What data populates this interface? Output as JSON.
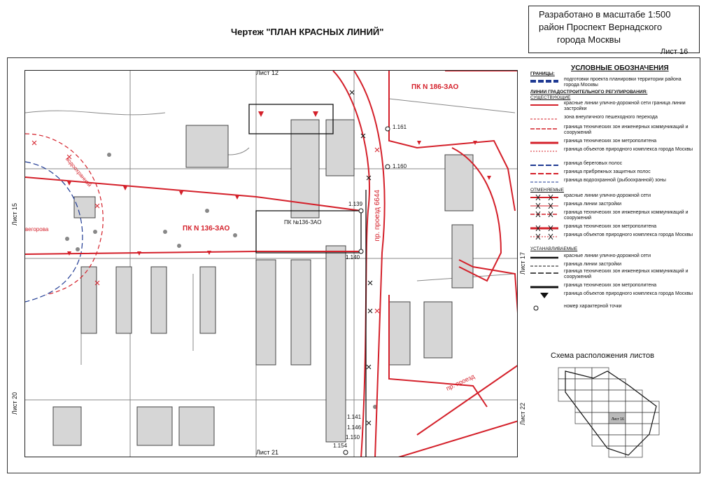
{
  "title": "Чертеж \"ПЛАН КРАСНЫХ ЛИНИЙ\"",
  "stamp": {
    "line1": "Разработано в масштабе 1:500",
    "line2": "район Проспект Вернадского",
    "line3": "города Москвы"
  },
  "sheet_number": "Лист 16",
  "map": {
    "adjacent": {
      "top": "Лист 12",
      "left": "Лист 15",
      "right": "Лист 17",
      "bottom": "Лист 21",
      "bottom_left": "Лист 20",
      "bottom_right": "Лист 22"
    },
    "zones": {
      "pk186": "ПК N 186-ЗАО",
      "pk136": "ПК N 136-ЗАО",
      "pk136_small": "ПК №136-ЗАО"
    },
    "roads": {
      "proezd": "пр. проезд 6644",
      "proezd2": "пр. проезд"
    },
    "other_labels": {
      "water": "водоохранной",
      "water2": "вегорова"
    },
    "points": [
      "1.161",
      "1.160",
      "1.139",
      "1.140",
      "1.141",
      "1.146",
      "1.150",
      "1.154"
    ]
  },
  "legend": {
    "title": "УСЛОВНЫЕ ОБОЗНАЧЕНИЯ",
    "boundaries_header": "ГРАНИЦЫ:",
    "boundary_item": "подготовки проекта планировки территории района города Москвы",
    "regulation_header": "ЛИНИИ ГРАДОСТРОИТЕЛЬНОГО РЕГУЛИРОВАНИЯ:",
    "existing_header": "СУЩЕСТВУЮЩИЕ",
    "existing": [
      "красные линии улично-дорожной сети граница линии застройки",
      "зона внеуличного пешеходного перехода",
      "граница технических зон инженерных коммуникаций и сооружений",
      "граница технических зон метрополитена",
      "граница объектов природного комплекса города Москвы",
      "граница береговых полос",
      "граница прибрежных защитных полос",
      "граница водоохранной (рыбоохранной) зоны"
    ],
    "cancelled_header": "ОТМЕНЯЕМЫЕ",
    "cancelled": [
      "красные линии улично-дорожной сети",
      "граница линии застройки",
      "граница технических зон инженерных коммуникаций и сооружений",
      "граница технических зон метрополитена",
      "граница объектов природного комплекса города Москвы"
    ],
    "established_header": "УСТАНАВЛИВАЕМЫЕ",
    "established": [
      "красные линии улично-дорожной сети",
      "граница линии застройки",
      "граница технических зон инженерных коммуникаций и сооружений",
      "граница технических зон метрополитена",
      "граница объектов природного комплекса города Москвы",
      "номер характерной точки"
    ]
  },
  "scheme": {
    "title": "Схема расположения листов",
    "highlight": "Лист 16"
  },
  "colors": {
    "red": "#d4202a",
    "blue": "#1f3a93",
    "building": "#cfcfcf",
    "line": "#555555"
  }
}
